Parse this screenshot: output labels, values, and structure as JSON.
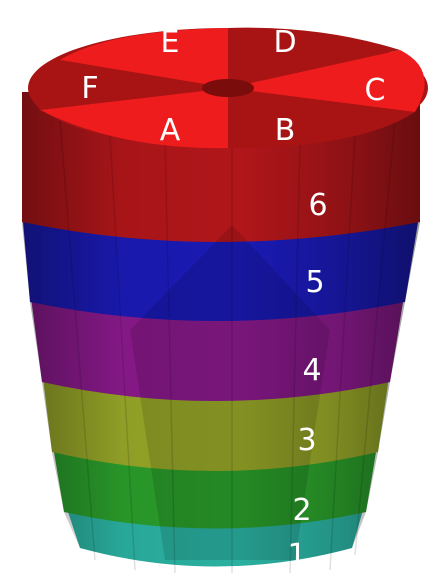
{
  "diagram": {
    "sector_labels": [
      "A",
      "B",
      "C",
      "D",
      "E",
      "F"
    ],
    "layer_labels": [
      "6",
      "5",
      "4",
      "3",
      "2",
      "1"
    ],
    "layer_colors": {
      "6": "#b0161a",
      "5": "#1a1ab4",
      "4": "#8a1a8c",
      "3": "#96a628",
      "2": "#2a9c2a",
      "1": "#2ab0a0"
    },
    "top_colors": {
      "bright": "#ee1c1c",
      "dark": "#a81414",
      "hub": "#7a0c0c"
    }
  }
}
